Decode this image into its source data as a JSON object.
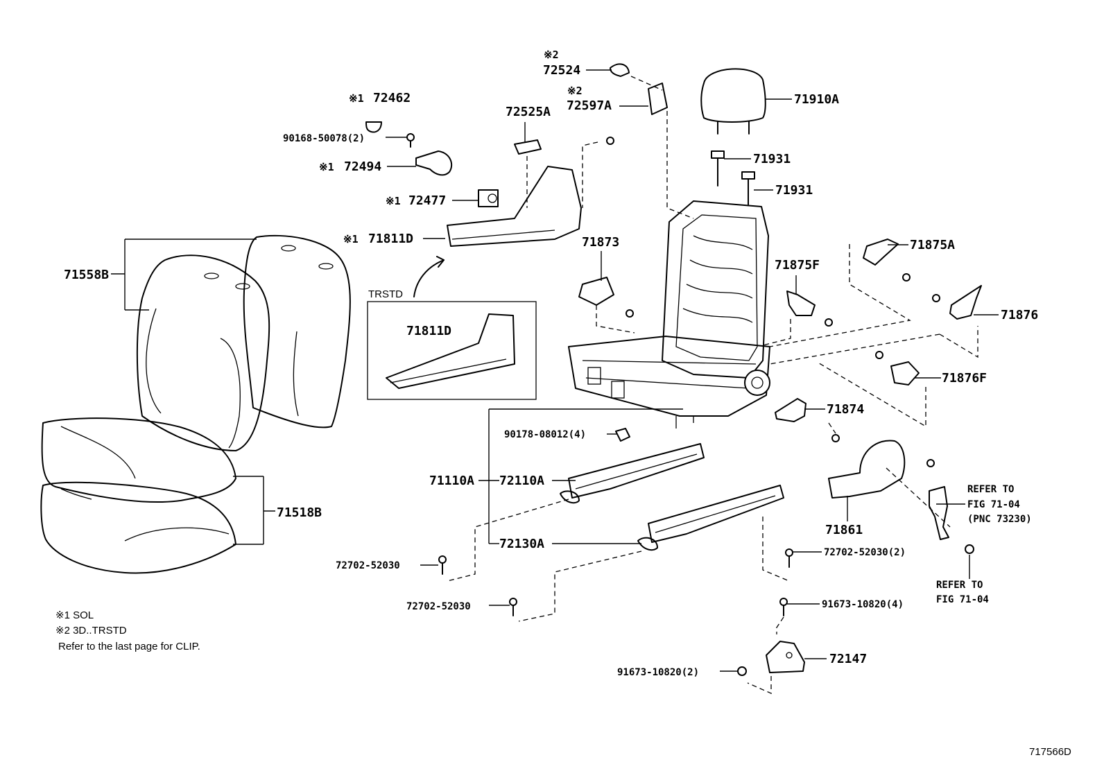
{
  "callouts": {
    "n_72524": "72524",
    "n_72597a": "72597A",
    "n_72462": "72462",
    "n_90168": "90168-50078(2)",
    "n_72525a": "72525A",
    "n_72494": "72494",
    "n_72477": "72477",
    "n_71811d_top": "71811D",
    "n_71558b": "71558B",
    "n_trstd_box_label": "TRSTD",
    "n_71811d_box": "71811D",
    "n_71910a": "71910A",
    "n_71931_a": "71931",
    "n_71931_b": "71931",
    "n_71873": "71873",
    "n_71875a": "71875A",
    "n_71875f": "71875F",
    "n_71876": "71876",
    "n_71876f": "71876F",
    "n_71874": "71874",
    "n_90178": "90178-08012(4)",
    "n_71110a": "71110A",
    "n_72110a": "72110A",
    "n_71518b": "71518B",
    "n_71861": "71861",
    "n_72130a": "72130A",
    "n_72702_a": "72702-52030",
    "n_72702_b": "72702-52030(2)",
    "n_72702_c": "72702-52030",
    "n_91673_a": "91673-10820(4)",
    "n_91673_b": "91673-10820(2)",
    "n_72147": "72147",
    "refer_1": "REFER TO",
    "refer_2": "FIG 71-04",
    "refer_3": "(PNC 73230)",
    "refer_4": "REFER TO",
    "refer_5": "FIG 71-04"
  },
  "marks": {
    "m1": "※1",
    "m2": "※2"
  },
  "notes": {
    "line1": "※1  SOL",
    "line2": "※2  3D..TRSTD",
    "line3": "Refer to the last page for CLIP."
  },
  "figure_id": "717566D"
}
